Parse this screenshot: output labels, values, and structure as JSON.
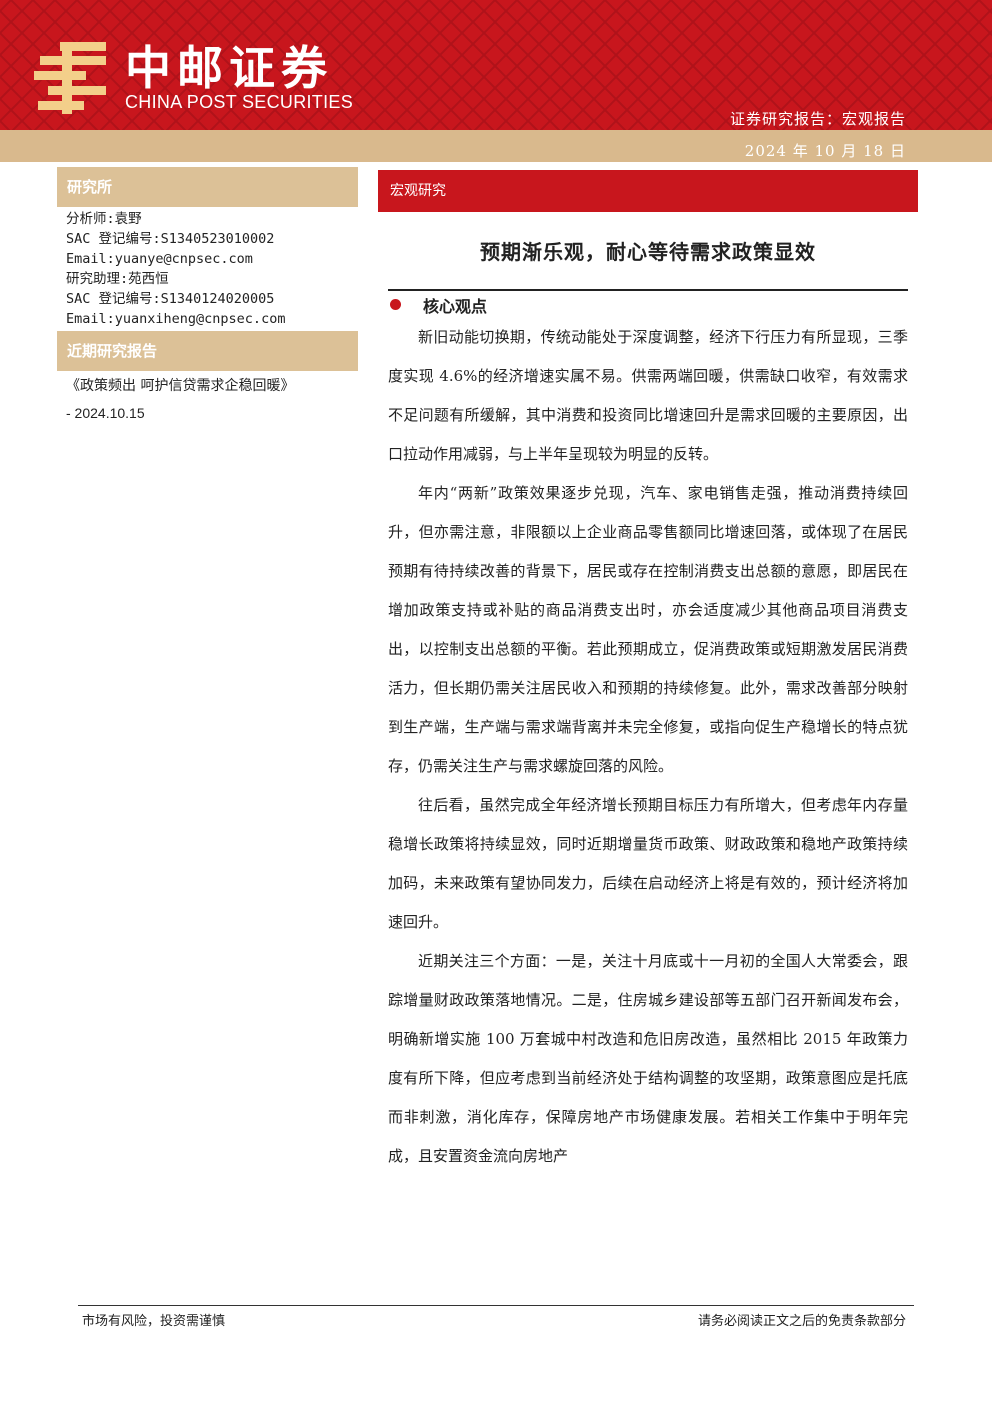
{
  "header": {
    "logo_cn": "中邮证券",
    "logo_en": "CHINA POST SECURITIES",
    "report_type": "证券研究报告：宏观报告",
    "date": "2024 年 10 月 18 日",
    "brand_red": "#c8161d",
    "brand_gold": "#d9b98d"
  },
  "sidebar": {
    "institute_heading": "研究所",
    "analyst": "分析师:袁野",
    "analyst_sac": "SAC 登记编号:S1340523010002",
    "analyst_email": "Email:yuanye@cnpsec.com",
    "assistant": "研究助理:苑西恒",
    "assistant_sac": "SAC 登记编号:S1340124020005",
    "assistant_email": "Email:yuanxiheng@cnpsec.com",
    "recent_heading": "近期研究报告",
    "recent_title": "《政策频出 呵护信贷需求企稳回暖》",
    "recent_date": "- 2024.10.15"
  },
  "main": {
    "section_label": "宏观研究",
    "title": "预期渐乐观，耐心等待需求政策显效",
    "core_label": "核心观点",
    "paragraphs": [
      "新旧动能切换期，传统动能处于深度调整，经济下行压力有所显现，三季度实现 4.6%的经济增速实属不易。供需两端回暖，供需缺口收窄，有效需求不足问题有所缓解，其中消费和投资同比增速回升是需求回暖的主要原因，出口拉动作用减弱，与上半年呈现较为明显的反转。",
      "年内“两新”政策效果逐步兑现，汽车、家电销售走强，推动消费持续回升，但亦需注意，非限额以上企业商品零售额同比增速回落，或体现了在居民预期有待持续改善的背景下，居民或存在控制消费支出总额的意愿，即居民在增加政策支持或补贴的商品消费支出时，亦会适度减少其他商品项目消费支出，以控制支出总额的平衡。若此预期成立，促消费政策或短期激发居民消费活力，但长期仍需关注居民收入和预期的持续修复。此外，需求改善部分映射到生产端，生产端与需求端背离并未完全修复，或指向促生产稳增长的特点犹存，仍需关注生产与需求螺旋回落的风险。",
      "往后看，虽然完成全年经济增长预期目标压力有所增大，但考虑年内存量稳增长政策将持续显效，同时近期增量货币政策、财政政策和稳地产政策持续加码，未来政策有望协同发力，后续在启动经济上将是有效的，预计经济将加速回升。",
      "近期关注三个方面：一是，关注十月底或十一月初的全国人大常委会，跟踪增量财政政策落地情况。二是，住房城乡建设部等五部门召开新闻发布会，明确新增实施 100 万套城中村改造和危旧房改造，虽然相比 2015 年政策力度有所下降，但应考虑到当前经济处于结构调整的攻坚期，政策意图应是托底而非刺激，消化库存，保障房地产市场健康发展。若相关工作集中于明年完成，且安置资金流向房地产"
    ]
  },
  "footer": {
    "left": "市场有风险，投资需谨慎",
    "right": "请务必阅读正文之后的免责条款部分"
  }
}
